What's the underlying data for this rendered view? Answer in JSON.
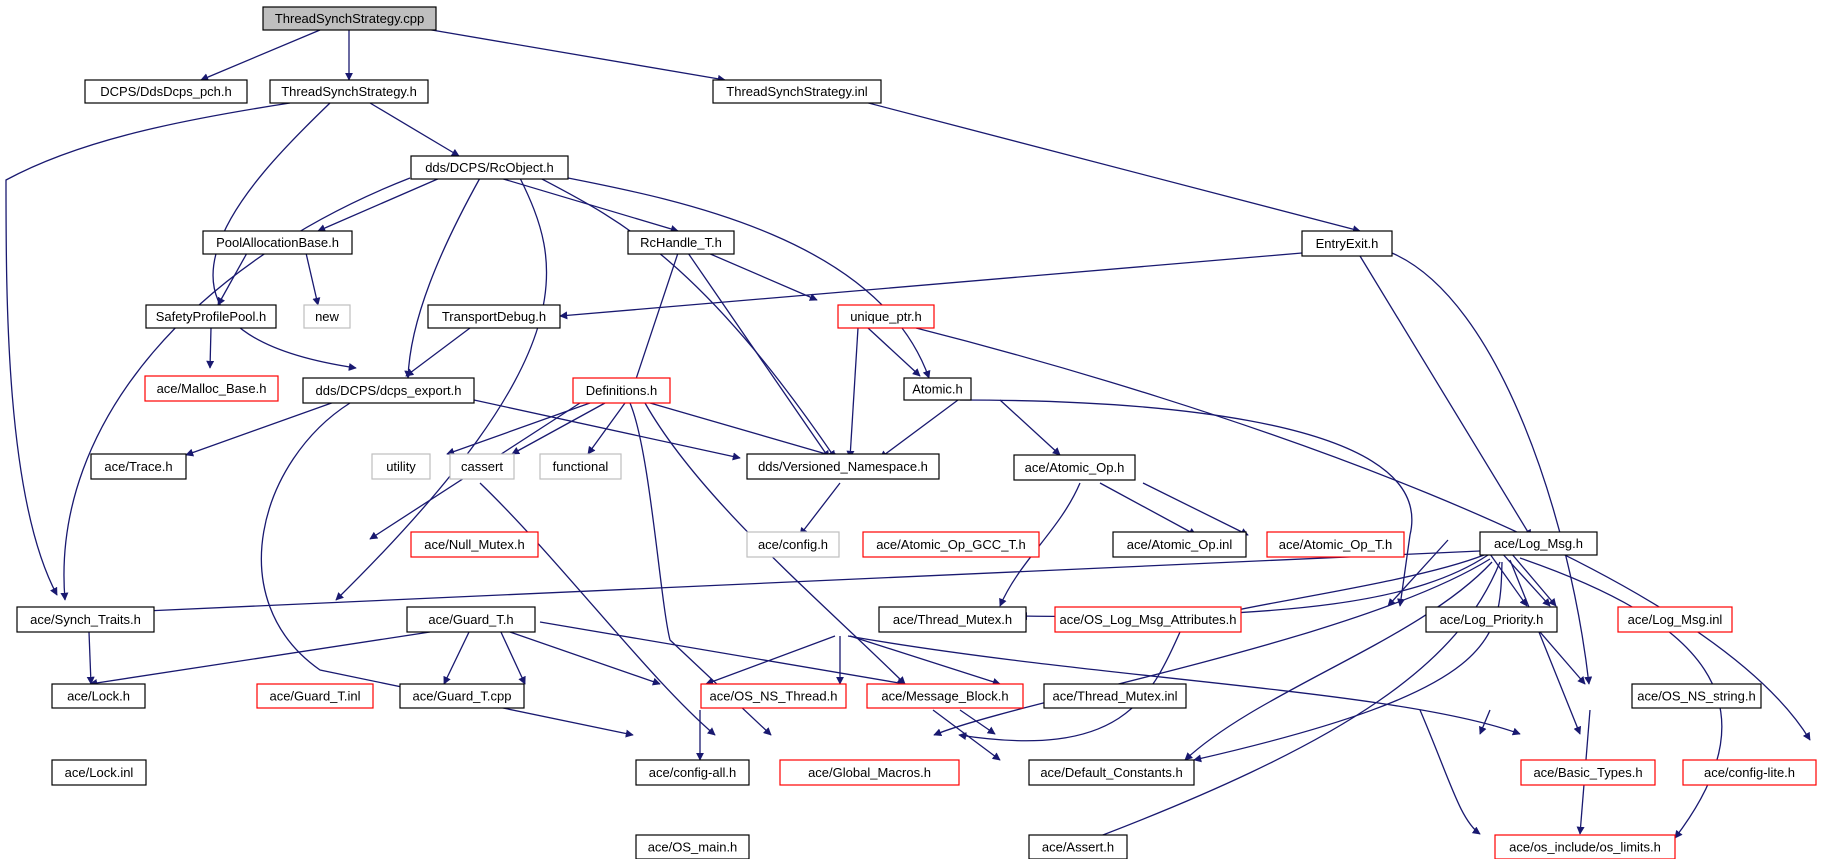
{
  "colors": {
    "edge": "#191970",
    "normal_border": "#000000",
    "red_border": "#ff0000",
    "gray_border": "#bfbfbf",
    "root_fill": "#bfbfbf"
  },
  "nodes": [
    {
      "id": "n0",
      "label": "ThreadSynchStrategy.cpp",
      "kind": "root"
    },
    {
      "id": "n1",
      "label": "DCPS/DdsDcps_pch.h",
      "kind": "normal"
    },
    {
      "id": "n2",
      "label": "ThreadSynchStrategy.h",
      "kind": "normal"
    },
    {
      "id": "n3",
      "label": "ThreadSynchStrategy.inl",
      "kind": "normal"
    },
    {
      "id": "n4",
      "label": "dds/DCPS/RcObject.h",
      "kind": "normal"
    },
    {
      "id": "n5",
      "label": "EntryExit.h",
      "kind": "normal"
    },
    {
      "id": "n6",
      "label": "PoolAllocationBase.h",
      "kind": "normal"
    },
    {
      "id": "n7",
      "label": "RcHandle_T.h",
      "kind": "normal"
    },
    {
      "id": "n8",
      "label": "SafetyProfilePool.h",
      "kind": "normal"
    },
    {
      "id": "n9",
      "label": "new",
      "kind": "gray"
    },
    {
      "id": "n10",
      "label": "TransportDebug.h",
      "kind": "normal"
    },
    {
      "id": "n11",
      "label": "unique_ptr.h",
      "kind": "red"
    },
    {
      "id": "n12",
      "label": "ace/Malloc_Base.h",
      "kind": "red"
    },
    {
      "id": "n13",
      "label": "dds/DCPS/dcps_export.h",
      "kind": "normal"
    },
    {
      "id": "n14",
      "label": "Definitions.h",
      "kind": "red"
    },
    {
      "id": "n15",
      "label": "Atomic.h",
      "kind": "normal"
    },
    {
      "id": "n16",
      "label": "ace/Trace.h",
      "kind": "normal"
    },
    {
      "id": "n17",
      "label": "utility",
      "kind": "gray"
    },
    {
      "id": "n18",
      "label": "cassert",
      "kind": "gray"
    },
    {
      "id": "n19",
      "label": "functional",
      "kind": "gray"
    },
    {
      "id": "n20",
      "label": "dds/Versioned_Namespace.h",
      "kind": "normal"
    },
    {
      "id": "n21",
      "label": "ace/Atomic_Op.h",
      "kind": "normal"
    },
    {
      "id": "n22",
      "label": "ace/config.h",
      "kind": "gray"
    },
    {
      "id": "n23",
      "label": "ace/Null_Mutex.h",
      "kind": "red"
    },
    {
      "id": "n24",
      "label": "ace/Atomic_Op_GCC_T.h",
      "kind": "red"
    },
    {
      "id": "n25",
      "label": "ace/Atomic_Op.inl",
      "kind": "normal"
    },
    {
      "id": "n26",
      "label": "ace/Atomic_Op_T.h",
      "kind": "red"
    },
    {
      "id": "n27",
      "label": "ace/Log_Msg.h",
      "kind": "normal"
    },
    {
      "id": "n28",
      "label": "ace/Synch_Traits.h",
      "kind": "normal"
    },
    {
      "id": "n29",
      "label": "ace/Guard_T.h",
      "kind": "normal"
    },
    {
      "id": "n30",
      "label": "ace/Thread_Mutex.h",
      "kind": "normal"
    },
    {
      "id": "n31",
      "label": "ace/OS_Log_Msg_Attributes.h",
      "kind": "red"
    },
    {
      "id": "n32",
      "label": "ace/Log_Priority.h",
      "kind": "normal"
    },
    {
      "id": "n33",
      "label": "ace/Log_Msg.inl",
      "kind": "red"
    },
    {
      "id": "n34",
      "label": "ace/Lock.h",
      "kind": "normal"
    },
    {
      "id": "n35",
      "label": "ace/Guard_T.inl",
      "kind": "red"
    },
    {
      "id": "n36",
      "label": "ace/Guard_T.cpp",
      "kind": "normal"
    },
    {
      "id": "n37",
      "label": "ace/OS_NS_Thread.h",
      "kind": "red"
    },
    {
      "id": "n38",
      "label": "ace/Message_Block.h",
      "kind": "red"
    },
    {
      "id": "n39",
      "label": "ace/Thread_Mutex.inl",
      "kind": "normal"
    },
    {
      "id": "n40",
      "label": "ace/OS_NS_string.h",
      "kind": "normal"
    },
    {
      "id": "n41",
      "label": "ace/Lock.inl",
      "kind": "normal"
    },
    {
      "id": "n42",
      "label": "ace/config-all.h",
      "kind": "normal"
    },
    {
      "id": "n43",
      "label": "ace/Global_Macros.h",
      "kind": "red"
    },
    {
      "id": "n44",
      "label": "ace/Default_Constants.h",
      "kind": "normal"
    },
    {
      "id": "n45",
      "label": "ace/Basic_Types.h",
      "kind": "red"
    },
    {
      "id": "n46",
      "label": "ace/config-lite.h",
      "kind": "red"
    },
    {
      "id": "n47",
      "label": "ace/OS_main.h",
      "kind": "normal"
    },
    {
      "id": "n48",
      "label": "ace/Assert.h",
      "kind": "normal"
    },
    {
      "id": "n49",
      "label": "ace/os_include/os_limits.h",
      "kind": "red"
    }
  ]
}
